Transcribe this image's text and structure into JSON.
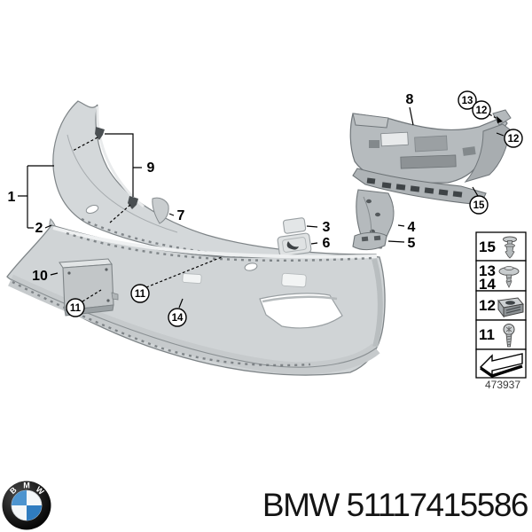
{
  "diagram": {
    "callouts": {
      "1": "1",
      "2": "2",
      "3": "3",
      "4": "4",
      "5": "5",
      "6": "6",
      "7": "7",
      "8": "8",
      "9": "9",
      "10": "10",
      "11": "11",
      "12": "12",
      "13": "13",
      "14": "14",
      "15": "15"
    },
    "legend": {
      "rows": [
        {
          "label": "15",
          "label2": "",
          "icon": "expanding-rivet-icon"
        },
        {
          "label": "13",
          "label2": "14",
          "icon": "screw-with-washer-icon"
        },
        {
          "label": "12",
          "label2": "",
          "icon": "cage-nut-icon"
        },
        {
          "label": "11",
          "label2": "",
          "icon": "countersunk-screw-icon"
        },
        {
          "label": "",
          "label2": "",
          "icon": "direction-arrow-icon"
        }
      ],
      "drawing_number": "473937"
    }
  },
  "footer": {
    "part_number": "BMW 51117415586",
    "logo_letters": [
      "B",
      "M",
      "W"
    ]
  },
  "colors": {
    "bumper_fill": "#d0d4d6",
    "carrier_fill": "#b6bbbe",
    "line": "#000000",
    "roundel_blue_light": "#4d94cf",
    "roundel_blue_dark": "#2f7cc0"
  }
}
